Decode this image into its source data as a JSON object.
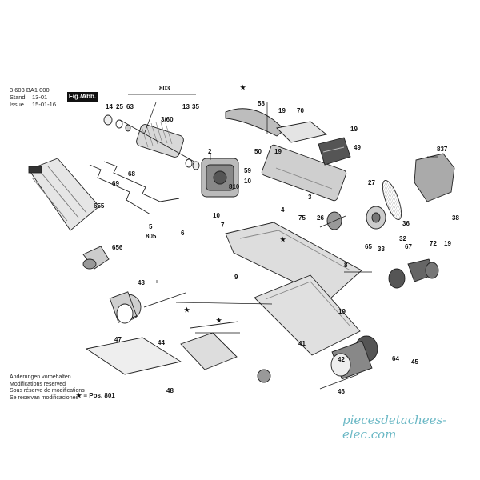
{
  "header": {
    "drawing_no": "3 603 BA1 000",
    "stand_label": "Stand",
    "stand_value": "13-01",
    "issue_label": "Issue",
    "issue_value": "15-01-16",
    "figure": "Fig./Abb. 1"
  },
  "notes": {
    "line1": "Änderungen vorbehalten",
    "line2": "Modifications reserved",
    "line3": "Sous réserve de modifications",
    "line4": "Se reservan modificaciones"
  },
  "footnote": "★ = Pos. 801",
  "star": "★",
  "watermark": "piecesdetachees-elec.com",
  "labels": {
    "l803": "803",
    "l14": "14",
    "l25": "25",
    "l63": "63",
    "l13": "13",
    "l35": "35",
    "l360": "3/60",
    "l2": "2",
    "l58": "58",
    "l70": "70",
    "l19a": "19",
    "l19b": "19",
    "l19c": "19",
    "l19d": "19",
    "l19e": "19",
    "l50": "50",
    "l49": "49",
    "l59": "59",
    "l68": "68",
    "l69": "69",
    "l655": "655",
    "l837": "837",
    "l810": "810",
    "l10a": "10",
    "l10b": "10",
    "l9": "9",
    "l7": "7",
    "l4": "4",
    "l75": "75",
    "l3": "3",
    "l27": "27",
    "l26": "26",
    "l36": "36",
    "l38": "38",
    "l5": "5",
    "l805": "805",
    "l6": "6",
    "l656": "656",
    "l33": "33",
    "l32": "32",
    "l65": "65",
    "l67": "67",
    "l72": "72",
    "l8": "8",
    "l43": "43",
    "l47": "47",
    "l44": "44",
    "l41": "41",
    "l42": "42",
    "l64": "64",
    "l45": "45",
    "l46": "46",
    "l48": "48"
  }
}
